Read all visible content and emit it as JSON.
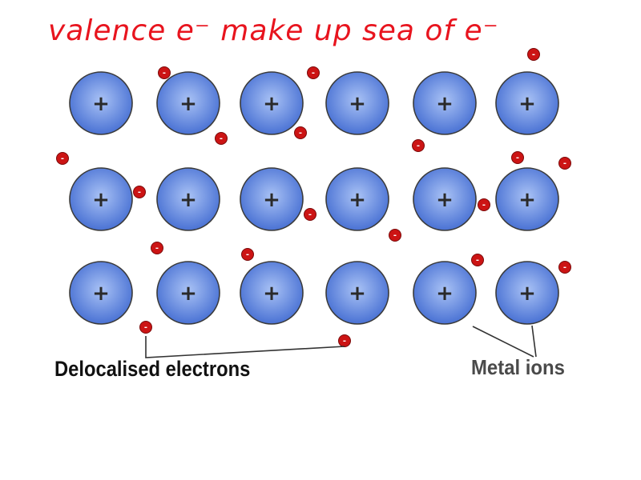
{
  "heading": "valence e⁻ make up sea of e⁻",
  "labels": {
    "delocalised": "Delocalised electrons",
    "metal_ions": "Metal ions"
  },
  "symbols": {
    "ion_charge": "+",
    "electron_charge": "-"
  },
  "lattice": {
    "rows": 3,
    "columns": 6
  },
  "colors": {
    "heading": "#e8141e",
    "ion_fill_center": "#a9c2f5",
    "ion_fill_edge": "#4a72d4",
    "ion_stroke": "#3a3a3a",
    "electron_fill": "#cc1414",
    "label_dark": "#111111",
    "label_gray": "#4a4a4a"
  }
}
